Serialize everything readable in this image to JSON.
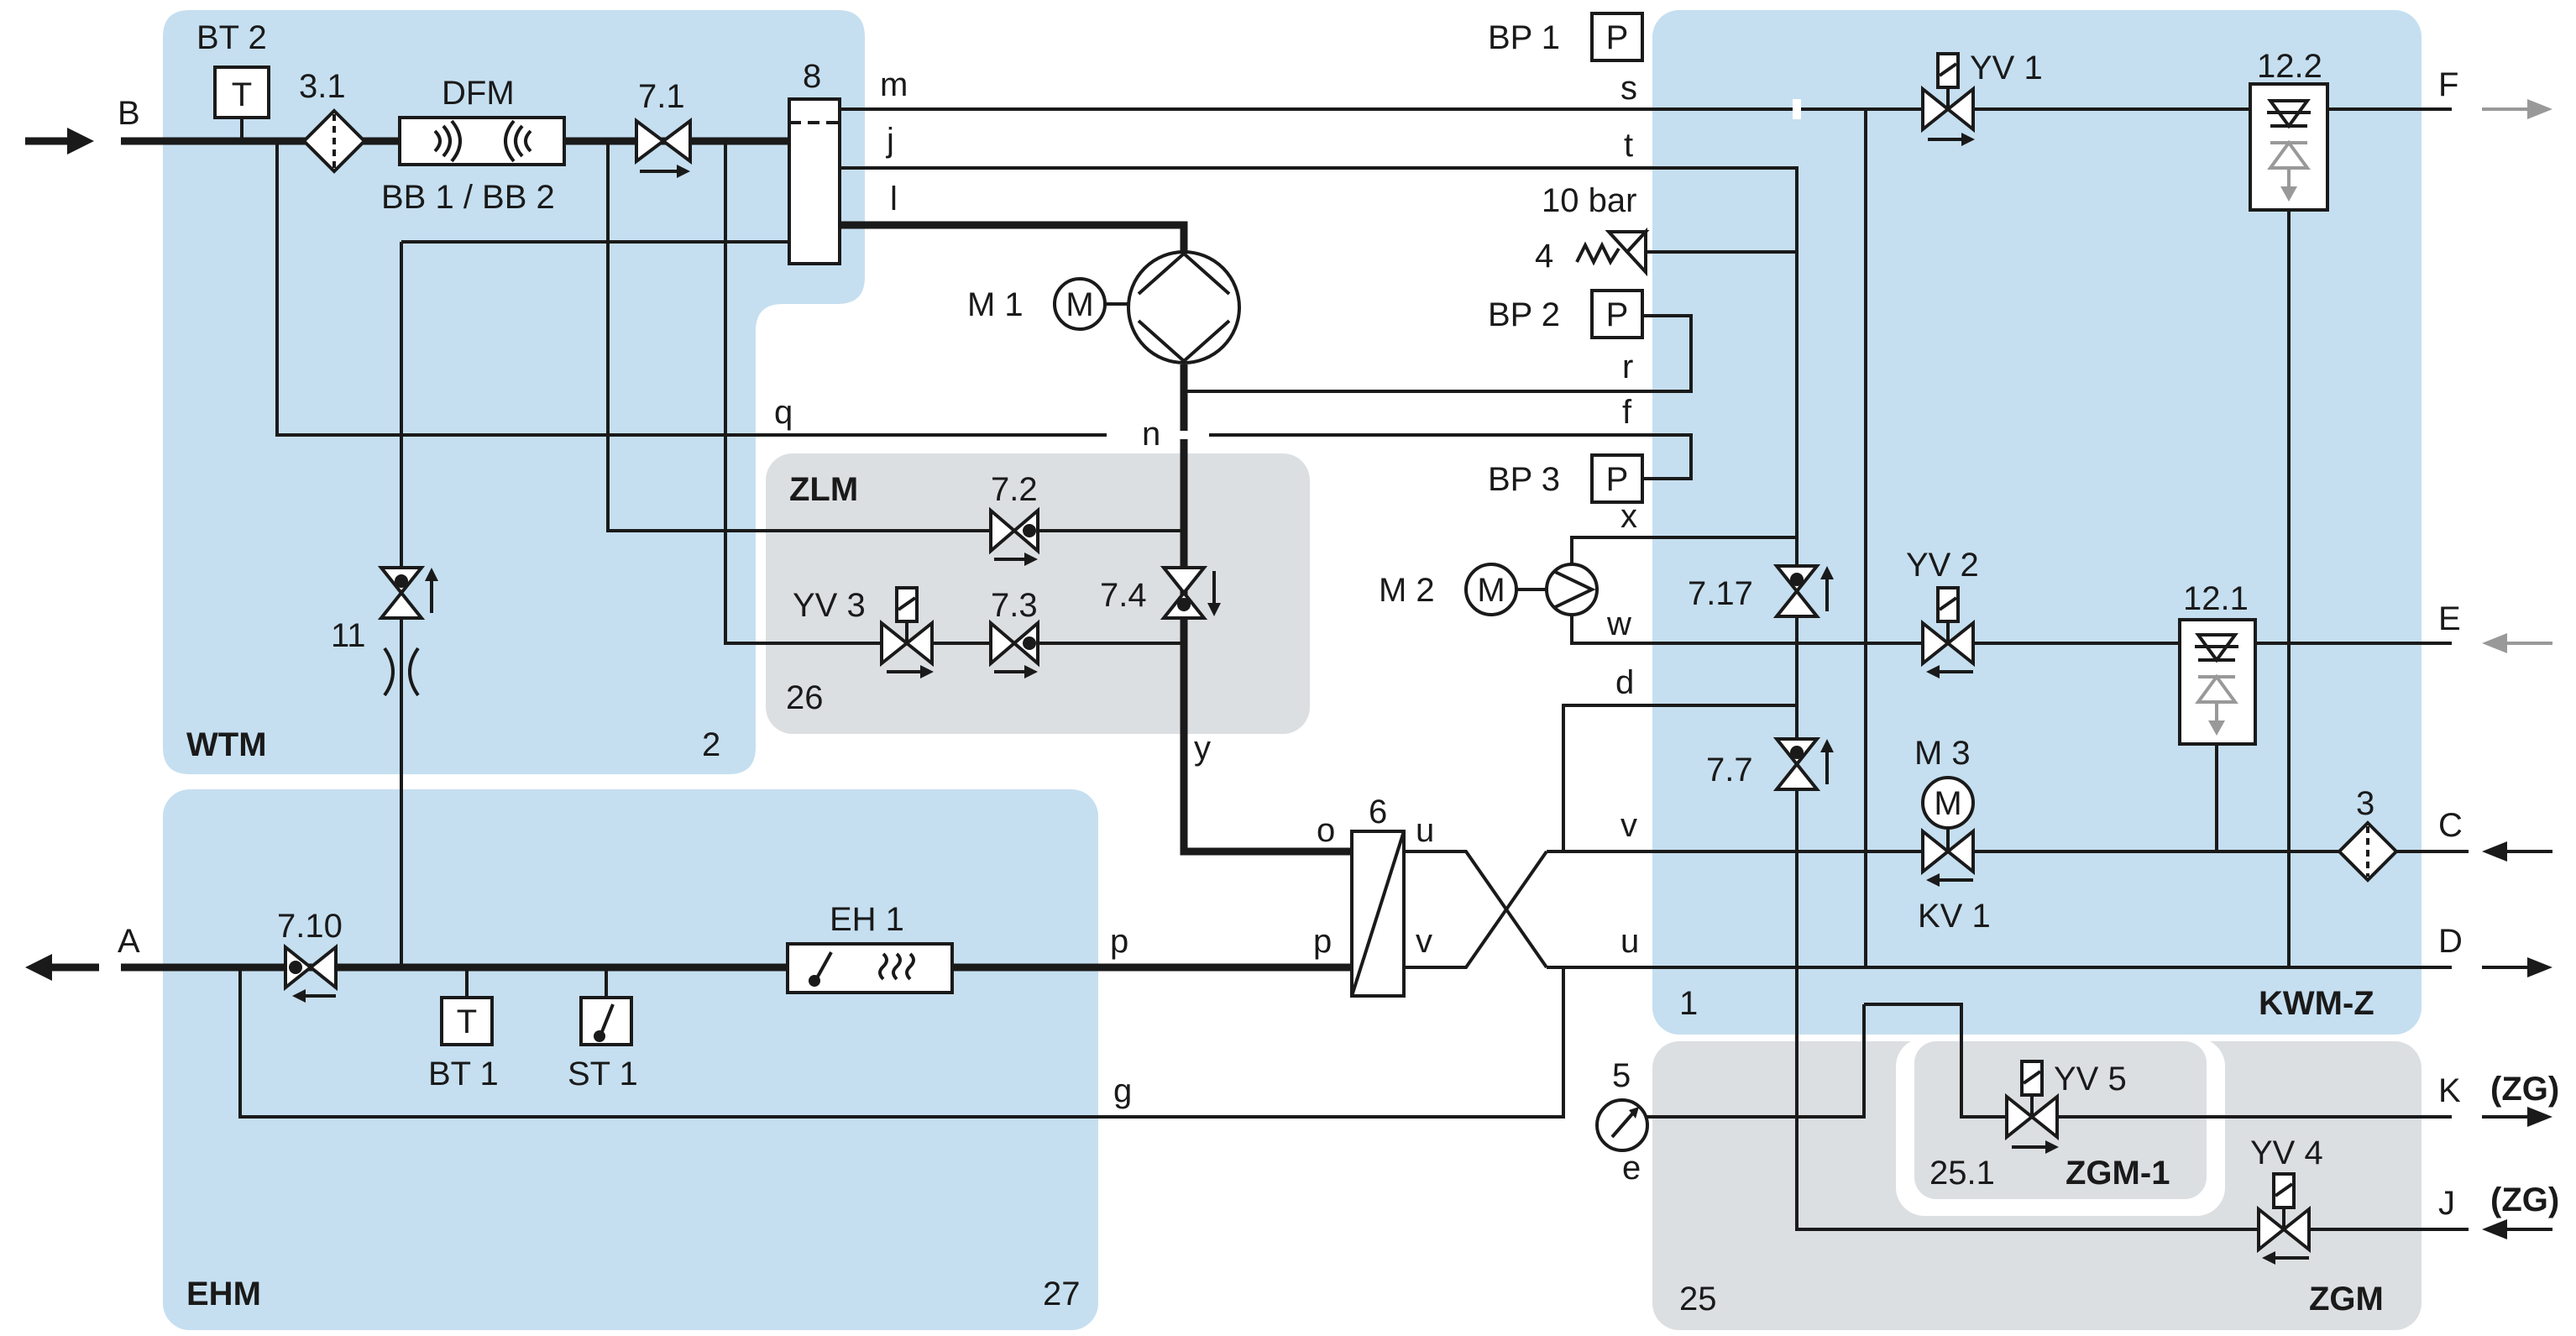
{
  "colors": {
    "zone_blue": "#c5dff0",
    "zone_grey": "#dcdfe2",
    "line": "#1a1a1a",
    "inactive_arrow": "#999999"
  },
  "zones": {
    "wtm": {
      "name": "WTM",
      "number": "2"
    },
    "ehm": {
      "name": "EHM",
      "number": "27"
    },
    "zlm": {
      "name": "ZLM",
      "number": "26"
    },
    "kwm": {
      "name": "KWM-Z",
      "number": "1"
    },
    "zgm": {
      "name": "ZGM",
      "number": "25"
    },
    "zgm1": {
      "name": "ZGM-1",
      "number": "25.1"
    }
  },
  "ports": {
    "A": "A",
    "B": "B",
    "C": "C",
    "D": "D",
    "E": "E",
    "F": "F",
    "J": "J",
    "K": "K",
    "zg_k": "(ZG)",
    "zg_j": "(ZG)"
  },
  "components": {
    "bt2": "BT 2",
    "bt2_symbol": "T",
    "strainer31": "3.1",
    "dfm": "DFM",
    "bb": "BB 1 / BB 2",
    "v71": "7.1",
    "sep8": "8",
    "bp1": "BP 1",
    "bp2": "BP 2",
    "bp3": "BP 3",
    "p_symbol": "P",
    "relief_pressure": "10 bar",
    "relief_num": "4",
    "m1": "M 1",
    "m2": "M 2",
    "m3": "M 3",
    "m_symbol": "M",
    "yv1": "YV 1",
    "yv2": "YV 2",
    "yv3": "YV 3",
    "yv4": "YV 4",
    "yv5": "YV 5",
    "v72": "7.2",
    "v73": "7.3",
    "v74": "7.4",
    "v77": "7.7",
    "v717": "7.17",
    "v710": "7.10",
    "v11": "11",
    "hx6": "6",
    "eh1": "EH 1",
    "bt1": "BT 1",
    "bt1_symbol": "T",
    "st1": "ST 1",
    "kv1": "KV 1",
    "gauge5": "5",
    "strainer3": "3",
    "unit122": "12.2",
    "unit121": "12.1"
  },
  "letters": {
    "m": "m",
    "j": "j",
    "l": "l",
    "s": "s",
    "t": "t",
    "r": "r",
    "f": "f",
    "q": "q",
    "n": "n",
    "x": "x",
    "w": "w",
    "y": "y",
    "d": "d",
    "o": "o",
    "u_top": "u",
    "v_right": "v",
    "p_hx": "p",
    "v_hx": "v",
    "u_right": "u",
    "p_line": "p",
    "g": "g",
    "e": "e"
  }
}
